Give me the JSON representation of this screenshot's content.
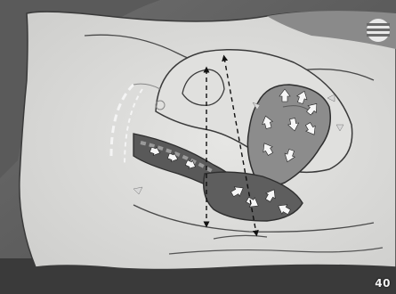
{
  "figure": {
    "page_number": "40",
    "logo_icon": "striped-circle-logo",
    "marker_style": "white-arrows",
    "guide_lines": "dashed-double-headed-arrows"
  }
}
